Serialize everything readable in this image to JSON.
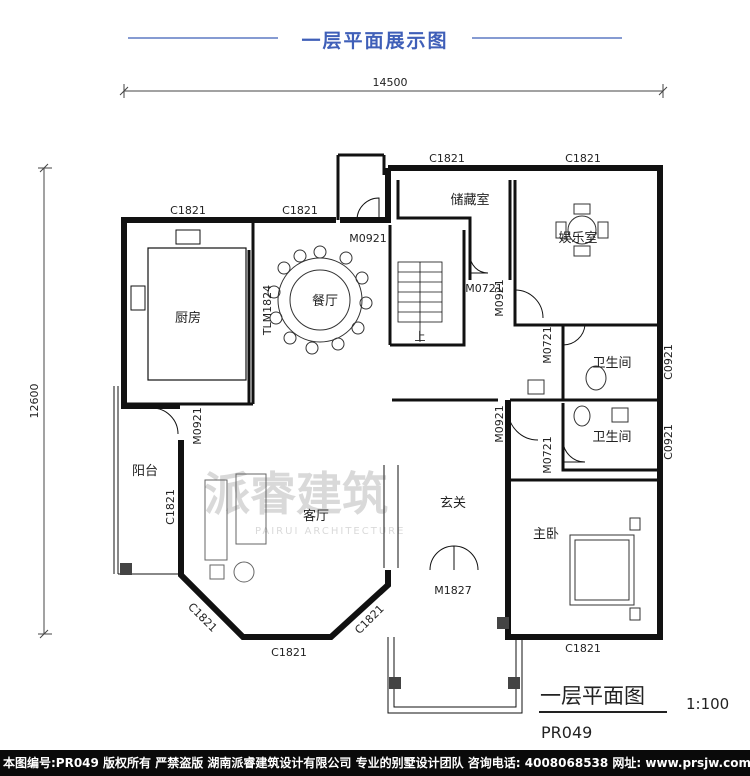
{
  "header": {
    "title": "一层平面展示图"
  },
  "dimensions": {
    "width": "14500",
    "height": "12600"
  },
  "rooms": {
    "storage": "储藏室",
    "entertainment": "娱乐室",
    "kitchen": "厨房",
    "dining": "餐厅",
    "bathroom_1": "卫生间",
    "bathroom_2": "卫生间",
    "balcony": "阳台",
    "living": "客厅",
    "foyer": "玄关",
    "master_bedroom": "主卧",
    "stairs_up": "上"
  },
  "openings": {
    "win_storage_top": "C1821",
    "win_ent_top": "C1821",
    "win_kitchen_top": "C1821",
    "win_dining_top": "C1821",
    "door_dining": "M0921",
    "door_stair_left": "M0721",
    "door_stair_right": "M0921",
    "slide_door_kitchen": "TLM1824",
    "door_bath1": "M0721",
    "win_bath1": "C0921",
    "door_master": "M0921",
    "door_bath2": "M0721",
    "win_bath2": "C0921",
    "door_balcony": "M0921",
    "win_living_left": "C1821",
    "win_bay_left": "C1821",
    "win_bay_bottom": "C1821",
    "win_bay_right": "C1821",
    "door_entry": "M1827",
    "win_master_bottom": "C1821"
  },
  "watermark": {
    "brand": "派睿建筑",
    "sub": "PAIRUI ARCHITECTURE"
  },
  "title_block": {
    "title": "一层平面图",
    "scale": "1:100",
    "code": "PR049"
  },
  "footer": {
    "text": "本图编号:PR049 版权所有 严禁盗版 湖南派睿建筑设计有限公司 专业的别墅设计团队 咨询电话: 4008068538 网址: www.prsjw.com"
  }
}
